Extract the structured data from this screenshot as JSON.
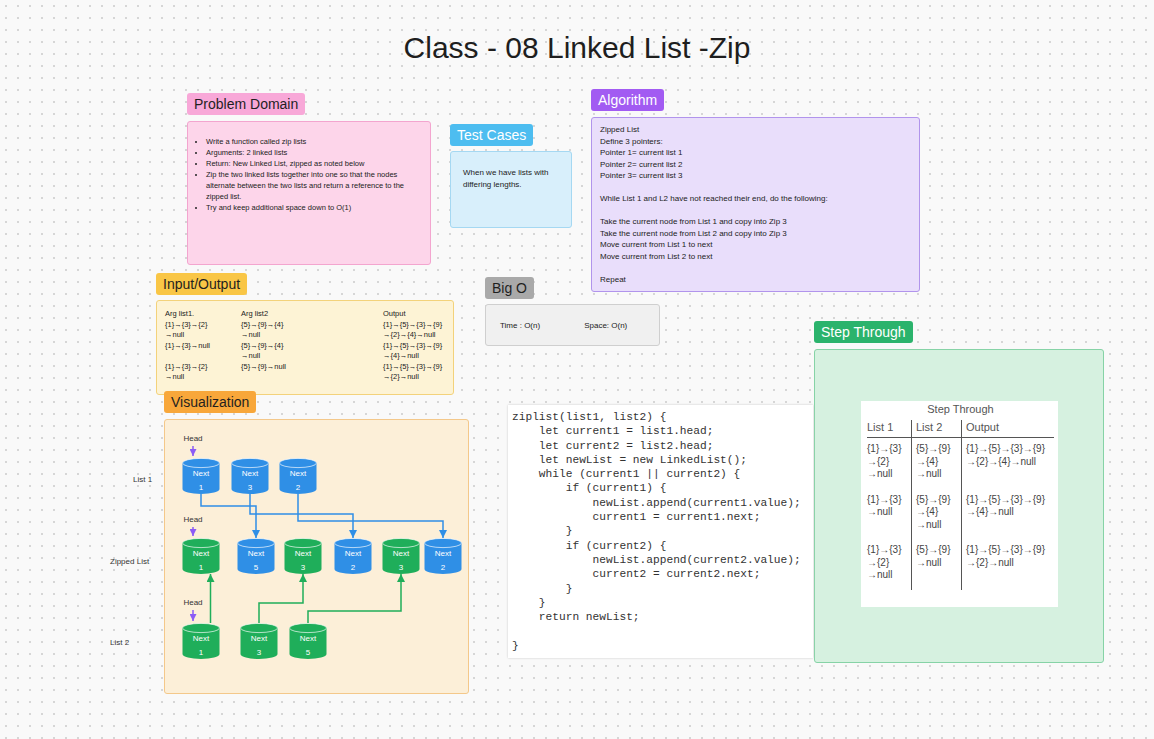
{
  "diagram": {
    "title": "Class - 08 Linked List -Zip",
    "nodes": [
      {
        "text": [
          "Problem Domain",
          "Write a function called zip lists",
          "Arguments: 2 linked lists",
          "Return: New Linked List, zipped as noted below",
          "Zip the two linked lists together into one so that the nodes alternate between the two lists and return a reference to the zipped list.",
          "Try and keep additional space down to O(1)"
        ]
      },
      {
        "text": [
          "Test Cases",
          "When we have lists with differing lengths."
        ]
      },
      {
        "text": [
          "Algorithm",
          "Zipped List",
          "Define 3 pointers:",
          "Pointer 1= current list 1",
          "Pointer 2= current list 2",
          "Pointer 3= current list 3",
          "While List 1 and L2 have not reached their end, do the following:",
          "Take the current node from List 1 and copy into Zip 3",
          "Take the current node from List 2 and copy into Zip 3",
          "Move current from List 1 to next",
          "Move current from List 2 to next",
          "Repeat"
        ]
      },
      {
        "text": [
          "Input/Output",
          "Arg list1.",
          "Arg list2",
          "Output",
          "{1}→{3}→{2}→null",
          "{5}→{9}→{4}→null",
          "{1}→{5}→{3}→{9}→{2}→{4}→null",
          "{1}→{3}→null",
          "{5}→{9}→{4}→null",
          "{1}→{5}→{3}→{9}→{4}→null",
          "{1}→{3}→{2}→null",
          "{5}→{9}→null",
          "{1}→{5}→{3}→{9}→{2}→null"
        ]
      },
      {
        "text": [
          "Big O",
          "Time : O(n)",
          "Space: O(n)"
        ]
      },
      {
        "text": [
          "Visualization"
        ]
      },
      {
        "text": [
          "Next",
          "1"
        ],
        "in": 5
      },
      {
        "text": [
          "Next",
          "3"
        ],
        "in": 5
      },
      {
        "text": [
          "Next",
          "2"
        ],
        "in": 5
      },
      {
        "text": [
          "Next",
          "1"
        ],
        "in": 5
      },
      {
        "text": [
          "Next",
          "5"
        ],
        "in": 5
      },
      {
        "text": [
          "Next",
          "3"
        ],
        "in": 5
      },
      {
        "text": [
          "Next",
          "2"
        ],
        "in": 5
      },
      {
        "text": [
          "Next",
          "3"
        ],
        "in": 5
      },
      {
        "text": [
          "Next",
          "2"
        ],
        "in": 5
      },
      {
        "text": [
          "Next",
          "1"
        ],
        "in": 5
      },
      {
        "text": [
          "Next",
          "3"
        ],
        "in": 5
      },
      {
        "text": [
          "Next",
          "5"
        ],
        "in": 5
      },
      {
        "text": [
          "Step Through"
        ]
      },
      {
        "text": [
          "Step Through",
          "List 1",
          "List 2",
          "Output",
          "{1}→{3}→{2}→null",
          "{5}→{9}→{4}→null",
          "{1}→{5}→{3}→{9}→{2}→{4}→null",
          "{1}→{3}→null",
          "{5}→{9}→{4}→null",
          "{1}→{5}→{3}→{9}→{4}→null",
          "{1}→{3}→{2}→null",
          "{5}→{9}→null",
          "{1}→{5}→{3}→{9}→{2}→null"
        ],
        "in": 18
      },
      {
        "text": [
          "ziplist(list1, list2) {",
          "    let current1 = list1.head;",
          "    let current2 = list2.head;",
          "    let newList = new LinkedList();",
          "    while (current1 || current2) {",
          "        if (current1) {",
          "            newList.append(current1.value);",
          "            current1 = current1.next;",
          "        }",
          "        if (current2) {",
          "            newList.append(current2.value);",
          "            current2 = current2.next;",
          "        }",
          "    }",
          "    return newList;",
          "}"
        ]
      }
    ],
    "edges": [
      {
        "from": 6,
        "to": 10,
        "arrow": "to"
      },
      {
        "from": 7,
        "to": 12,
        "arrow": "to"
      },
      {
        "from": 8,
        "to": 14,
        "arrow": "to"
      },
      {
        "from": 15,
        "to": 9,
        "arrow": "to"
      },
      {
        "from": 16,
        "to": 11,
        "arrow": "to"
      },
      {
        "from": 17,
        "to": 13,
        "arrow": "to"
      }
    ],
    "labels": [
      "Head",
      "List 1",
      "Head",
      "Zipped List",
      "Head",
      "List 2"
    ]
  }
}
